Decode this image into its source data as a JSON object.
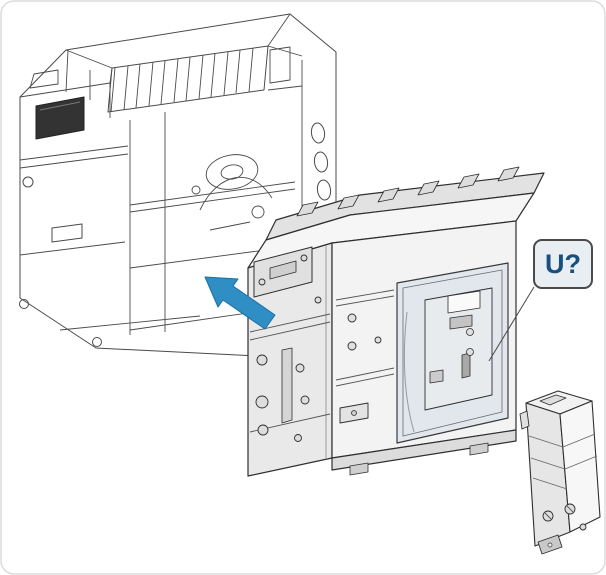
{
  "diagram": {
    "description": "Exploded installation view: drawout circuit breaker being racked into chassis cradle, with accessory block and callout",
    "callout": {
      "label": "U?"
    },
    "parts": {
      "chassis": "chassis-cradle-wireframe",
      "breaker": "drawout-circuit-breaker",
      "arrow": "insertion-direction-arrow",
      "accessory": "accessory-terminal-block"
    },
    "colors": {
      "background": "#FFFFFF",
      "line": "#4A4A4A",
      "arrow_fill": "#2F8FC5",
      "arrow_stroke": "#1C6EA4",
      "callout_fill": "#E8EEF2",
      "callout_border": "#4A4A4A",
      "callout_text": "#17507E"
    }
  }
}
